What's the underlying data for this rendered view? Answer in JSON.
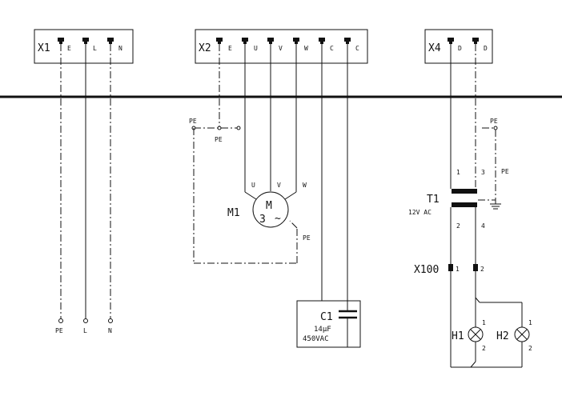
{
  "connectors": {
    "x1": {
      "name": "X1",
      "pins": [
        "E",
        "L",
        "N"
      ]
    },
    "x2": {
      "name": "X2",
      "pins": [
        "E",
        "U",
        "V",
        "W",
        "C",
        "C"
      ]
    },
    "x4": {
      "name": "X4",
      "pins": [
        "D",
        "D"
      ]
    }
  },
  "x1_terminals": [
    "PE",
    "L",
    "N"
  ],
  "pe_labels": {
    "left_top": "PE",
    "left_bottom": "PE",
    "motor": "PE",
    "right": "PE"
  },
  "motor": {
    "ref": "M1",
    "symbol": "M",
    "phase": "3",
    "ac": "~",
    "pins": [
      "U",
      "V",
      "W"
    ]
  },
  "capacitor": {
    "ref": "C1",
    "value": "14µF",
    "voltage": "450VAC"
  },
  "transformer": {
    "ref": "T1",
    "rating": "12V AC",
    "pins": [
      "1",
      "3",
      "2",
      "4"
    ]
  },
  "connector_x100": {
    "ref": "X100",
    "pins": [
      "1",
      "2"
    ]
  },
  "lamps": {
    "h1": {
      "ref": "H1",
      "pins": [
        "1",
        "2"
      ]
    },
    "h2": {
      "ref": "H2",
      "pins": [
        "1",
        "2"
      ]
    }
  }
}
